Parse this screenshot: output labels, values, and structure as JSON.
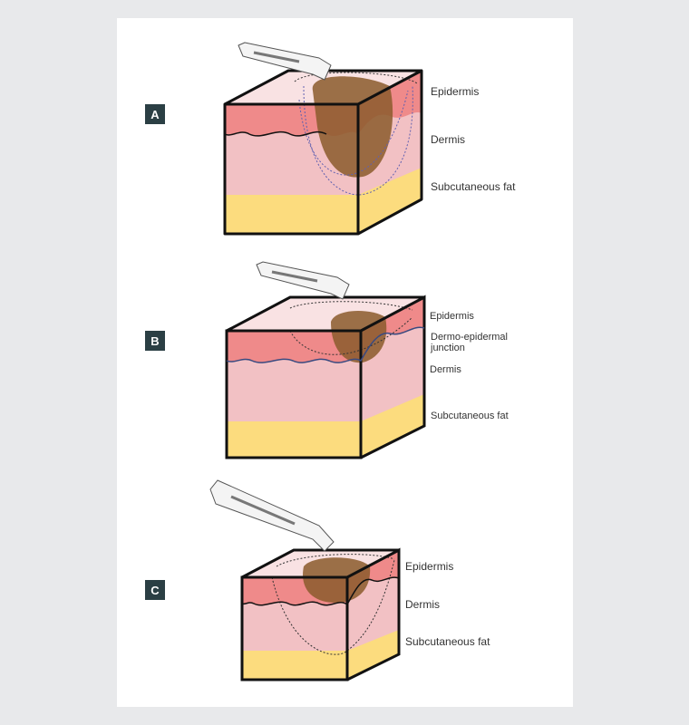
{
  "panels": [
    {
      "letter": "A",
      "labels": {
        "epidermis": "Epidermis",
        "dermis": "Dermis",
        "fat": "Subcutaneous fat"
      }
    },
    {
      "letter": "B",
      "labels": {
        "epidermis": "Epidermis",
        "junction_1": "Dermo-epidermal",
        "junction_2": "junction",
        "dermis": "Dermis",
        "fat": "Subcutaneous fat"
      }
    },
    {
      "letter": "C",
      "labels": {
        "epidermis": "Epidermis",
        "dermis": "Dermis",
        "fat": "Subcutaneous fat"
      }
    }
  ],
  "colors": {
    "badge": "#2b3f44",
    "epidermis": "#ef8a8a",
    "dermis": "#f2c1c4",
    "fat": "#fcdc7e",
    "top": "#f9e2e3",
    "lesion": "#8b5a2b"
  }
}
